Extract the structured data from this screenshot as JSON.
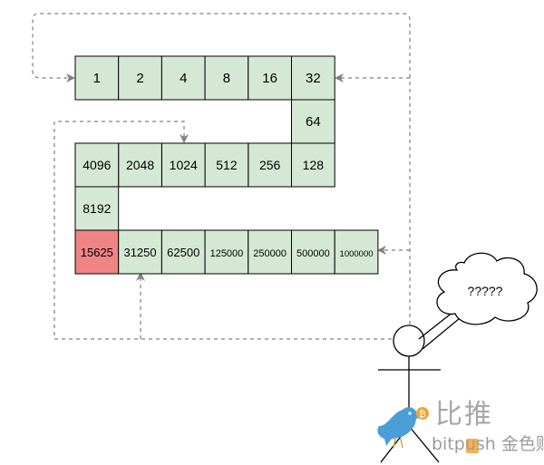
{
  "cells": [
    {
      "id": "c1",
      "label": "1",
      "fill": "normal"
    },
    {
      "id": "c2",
      "label": "2",
      "fill": "normal"
    },
    {
      "id": "c4",
      "label": "4",
      "fill": "normal"
    },
    {
      "id": "c8",
      "label": "8",
      "fill": "normal"
    },
    {
      "id": "c16",
      "label": "16",
      "fill": "normal"
    },
    {
      "id": "c32",
      "label": "32",
      "fill": "normal"
    },
    {
      "id": "c64",
      "label": "64",
      "fill": "normal"
    },
    {
      "id": "c128",
      "label": "128",
      "fill": "normal"
    },
    {
      "id": "c256",
      "label": "256",
      "fill": "normal"
    },
    {
      "id": "c512",
      "label": "512",
      "fill": "normal"
    },
    {
      "id": "c1024",
      "label": "1024",
      "fill": "normal"
    },
    {
      "id": "c2048",
      "label": "2048",
      "fill": "normal"
    },
    {
      "id": "c4096",
      "label": "4096",
      "fill": "normal"
    },
    {
      "id": "c8192",
      "label": "8192",
      "fill": "normal"
    },
    {
      "id": "c15625",
      "label": "15625",
      "fill": "highlight"
    },
    {
      "id": "c31250",
      "label": "31250",
      "fill": "normal"
    },
    {
      "id": "c62500",
      "label": "62500",
      "fill": "normal"
    },
    {
      "id": "c125000",
      "label": "125000",
      "fill": "normal"
    },
    {
      "id": "c250000",
      "label": "250000",
      "fill": "normal"
    },
    {
      "id": "c500000",
      "label": "500000",
      "fill": "normal"
    },
    {
      "id": "c1000000",
      "label": "1000000",
      "fill": "normal"
    }
  ],
  "thought_bubble": "?????",
  "colors": {
    "cell_fill": "#d5e8d4",
    "highlight_fill": "#f08484",
    "stroke": "#000000",
    "arrow": "#808080",
    "watermark": "#a7a7a7",
    "bird": "#4a9fd8",
    "coin": "#f2a33a"
  },
  "watermark": {
    "text": "比推",
    "subtext": "bitpush 金色财经"
  }
}
